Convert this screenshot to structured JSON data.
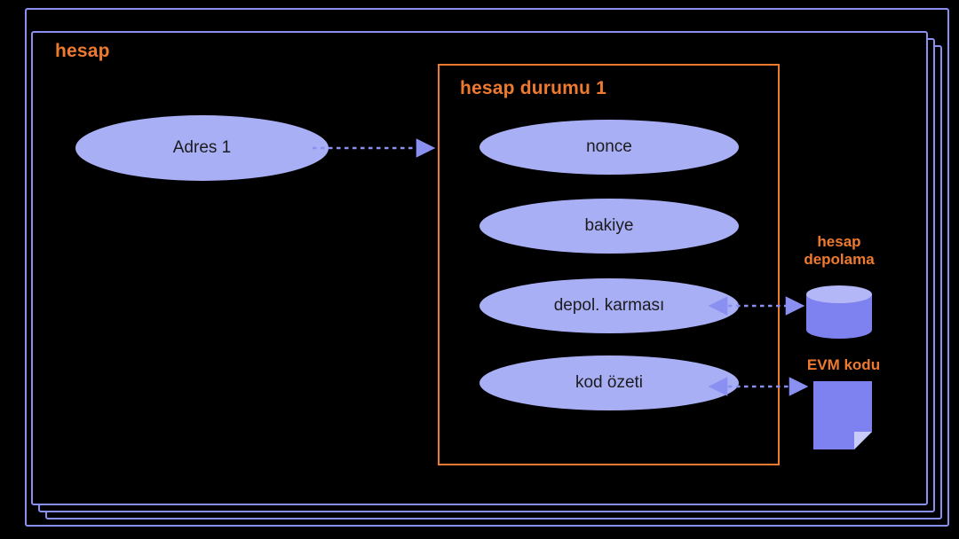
{
  "account_card": {
    "label": "hesap"
  },
  "address_node": {
    "label": "Adres 1"
  },
  "state_box": {
    "title": "hesap durumu 1",
    "fields": [
      "nonce",
      "bakiye",
      "depol. karması",
      "kod özeti"
    ]
  },
  "storage_node": {
    "label_line1": "hesap",
    "label_line2": "depolama"
  },
  "evm_code_node": {
    "label": "EVM kodu"
  },
  "colors": {
    "background": "#000000",
    "purple_stroke": "#8a8ff2",
    "ellipse_fill": "#a9aff4",
    "ellipse_text": "#1c1c1e",
    "orange": "#ee7a30",
    "cylinder_body": "#7d82f0",
    "cylinder_top": "#b3b7f7",
    "document_fill": "#7d82f0",
    "document_fold": "#c9ccfa"
  }
}
